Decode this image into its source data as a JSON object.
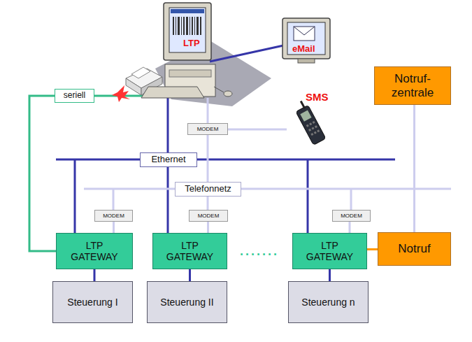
{
  "diagram": {
    "nodes": [
      {
        "text": [
          "Notruf- zentrale"
        ]
      },
      {
        "text": [
          "seriell"
        ]
      },
      {
        "text": [
          "MODEM"
        ]
      },
      {
        "text": [
          "Ethernet"
        ]
      },
      {
        "text": [
          "Telefonnetz"
        ]
      },
      {
        "text": [
          "MODEM"
        ]
      },
      {
        "text": [
          "MODEM"
        ]
      },
      {
        "text": [
          "MODEM"
        ]
      },
      {
        "text": [
          "LTP GATEWAY"
        ]
      },
      {
        "text": [
          "LTP GATEWAY"
        ]
      },
      {
        "text": [
          "LTP GATEWAY"
        ]
      },
      {
        "text": [
          "Notruf"
        ]
      },
      {
        "text": [
          "Steuerung I"
        ]
      },
      {
        "text": [
          "Steuerung II"
        ]
      },
      {
        "text": [
          "Steuerung n"
        ]
      }
    ],
    "edges": [
      {
        "from": 5,
        "to": 8,
        "arrow": "none"
      },
      {
        "from": 6,
        "to": 9,
        "arrow": "none"
      },
      {
        "from": 7,
        "to": 10,
        "arrow": "none"
      },
      {
        "from": 8,
        "to": 12,
        "arrow": "none"
      },
      {
        "from": 9,
        "to": 13,
        "arrow": "none"
      },
      {
        "from": 10,
        "to": 14,
        "arrow": "none"
      },
      {
        "from": 10,
        "to": 11,
        "arrow": "none"
      },
      {
        "from": 0,
        "to": 11,
        "arrow": "none"
      },
      {
        "from": 1,
        "to": 8,
        "arrow": "none"
      }
    ],
    "labels": [
      "LTP",
      "eMail",
      "SMS",
      "......."
    ]
  }
}
